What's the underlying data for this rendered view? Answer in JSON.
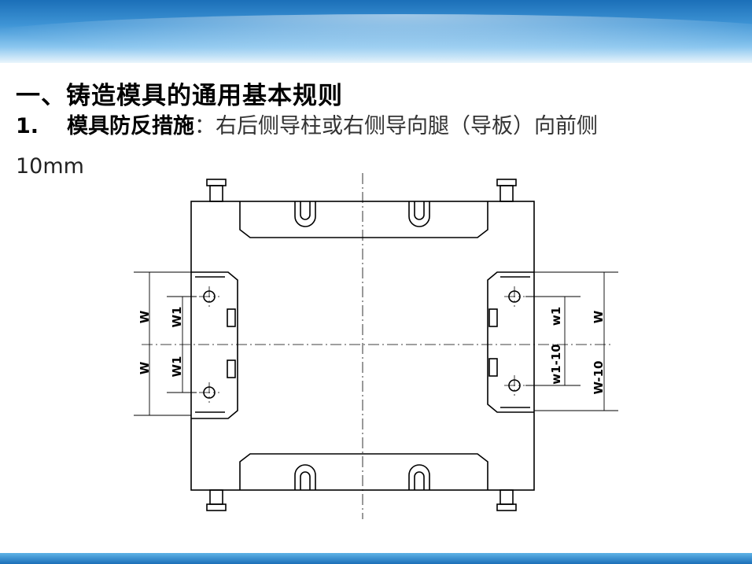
{
  "slide": {
    "title": "一、铸造模具的通用基本规则",
    "item_number": "1.",
    "item_key": "模具防反措施",
    "item_text": "：右后侧导柱或右侧导向腿（导板）向前侧",
    "item_text_cont": "10mm"
  },
  "drawing": {
    "left_dim_labels": {
      "outer_top": "W",
      "outer_bottom": "W",
      "inner_top": "W1",
      "inner_bottom": "W1"
    },
    "right_dim_labels": {
      "inner_top": "w1",
      "inner_bottom": "w1-10",
      "outer_top": "W",
      "outer_bottom": "W-10"
    }
  },
  "colors": {
    "banner": "#1b6fb8",
    "line": "#000000"
  }
}
